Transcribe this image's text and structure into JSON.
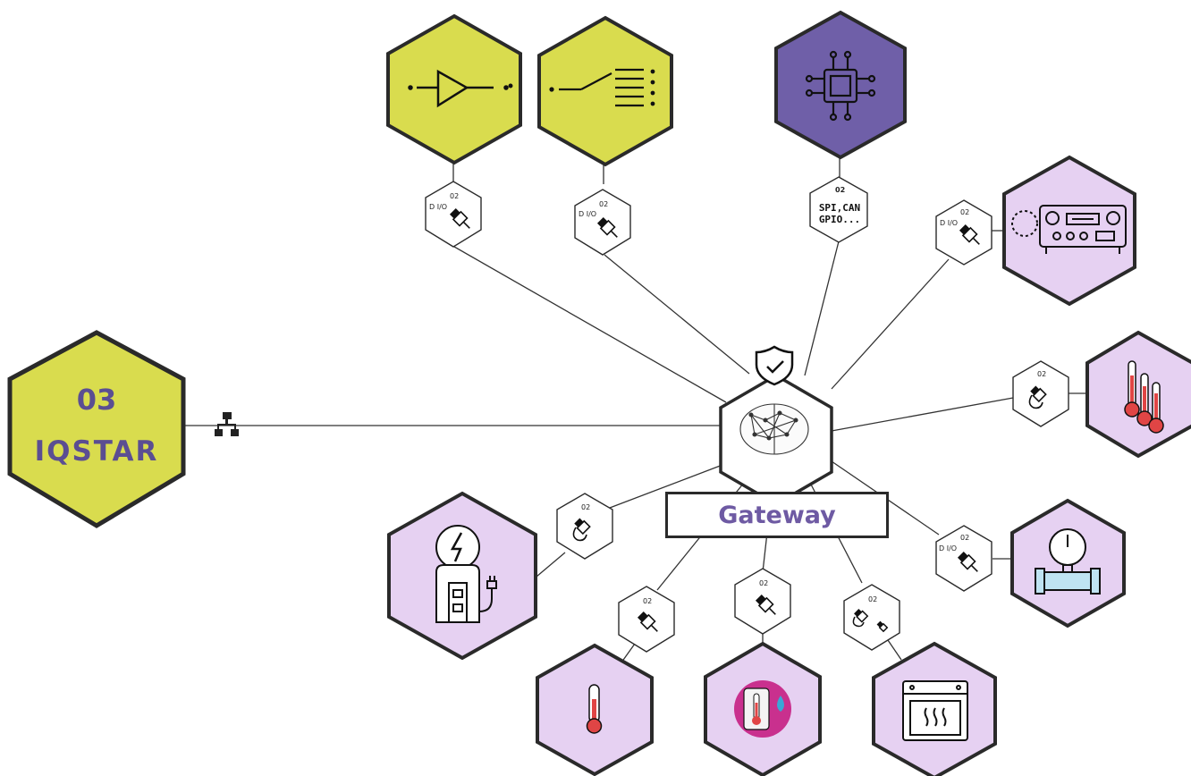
{
  "colors": {
    "lime": "#d9dc4e",
    "lavender": "#e6d1f2",
    "purple": "#6f5fa8",
    "outline": "#2a2a2a",
    "gateway_text": "#6e5aa3",
    "iqstar_text": "#5b4e92",
    "thermo_red": "#e04545",
    "oven_pink": "#c9308e",
    "drop_blue": "#3aa7d6"
  },
  "hub": {
    "label": "Gateway",
    "icons": [
      "shield-check-icon",
      "brain-network-icon"
    ]
  },
  "iqstar": {
    "number": "03",
    "brand": "IQSTAR",
    "connector_icon": "network-hierarchy-icon"
  },
  "interfaces": {
    "gpio_code": "02",
    "gpio_line1": "SPI,CAN",
    "gpio_line2": "GPIO...",
    "code": "02",
    "dio": "D I/O"
  },
  "devices": [
    {
      "id": "amplifier",
      "icon": "amplifier-icon"
    },
    {
      "id": "switch-output",
      "icon": "switch-output-icon"
    },
    {
      "id": "microcontroller",
      "icon": "chip-icon"
    },
    {
      "id": "power-supply",
      "icon": "power-supply-panel-icon"
    },
    {
      "id": "multi-thermometer",
      "icon": "thermometers-icon"
    },
    {
      "id": "flow-meter",
      "icon": "pipe-gauge-icon"
    },
    {
      "id": "climate-oven",
      "icon": "oven-icon"
    },
    {
      "id": "hygrometer",
      "icon": "thermo-humidity-icon"
    },
    {
      "id": "thermometer",
      "icon": "thermometer-icon"
    },
    {
      "id": "charging-station",
      "icon": "charging-station-icon"
    }
  ]
}
